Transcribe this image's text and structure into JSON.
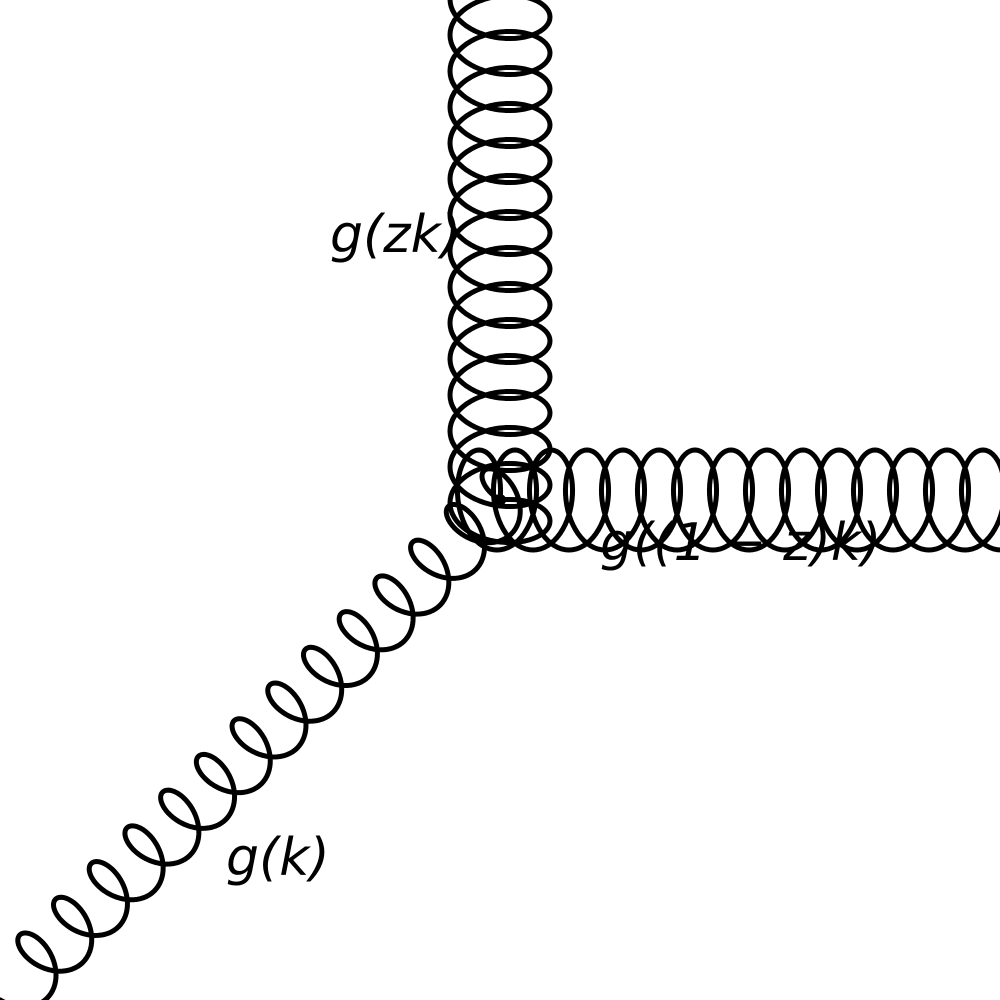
{
  "diagram": {
    "labels": {
      "incoming": "g(k)",
      "upper": "g(zk)",
      "right": "g((1 − z)k)"
    },
    "colors": {
      "line": "#000000",
      "background": "#ffffff"
    }
  }
}
